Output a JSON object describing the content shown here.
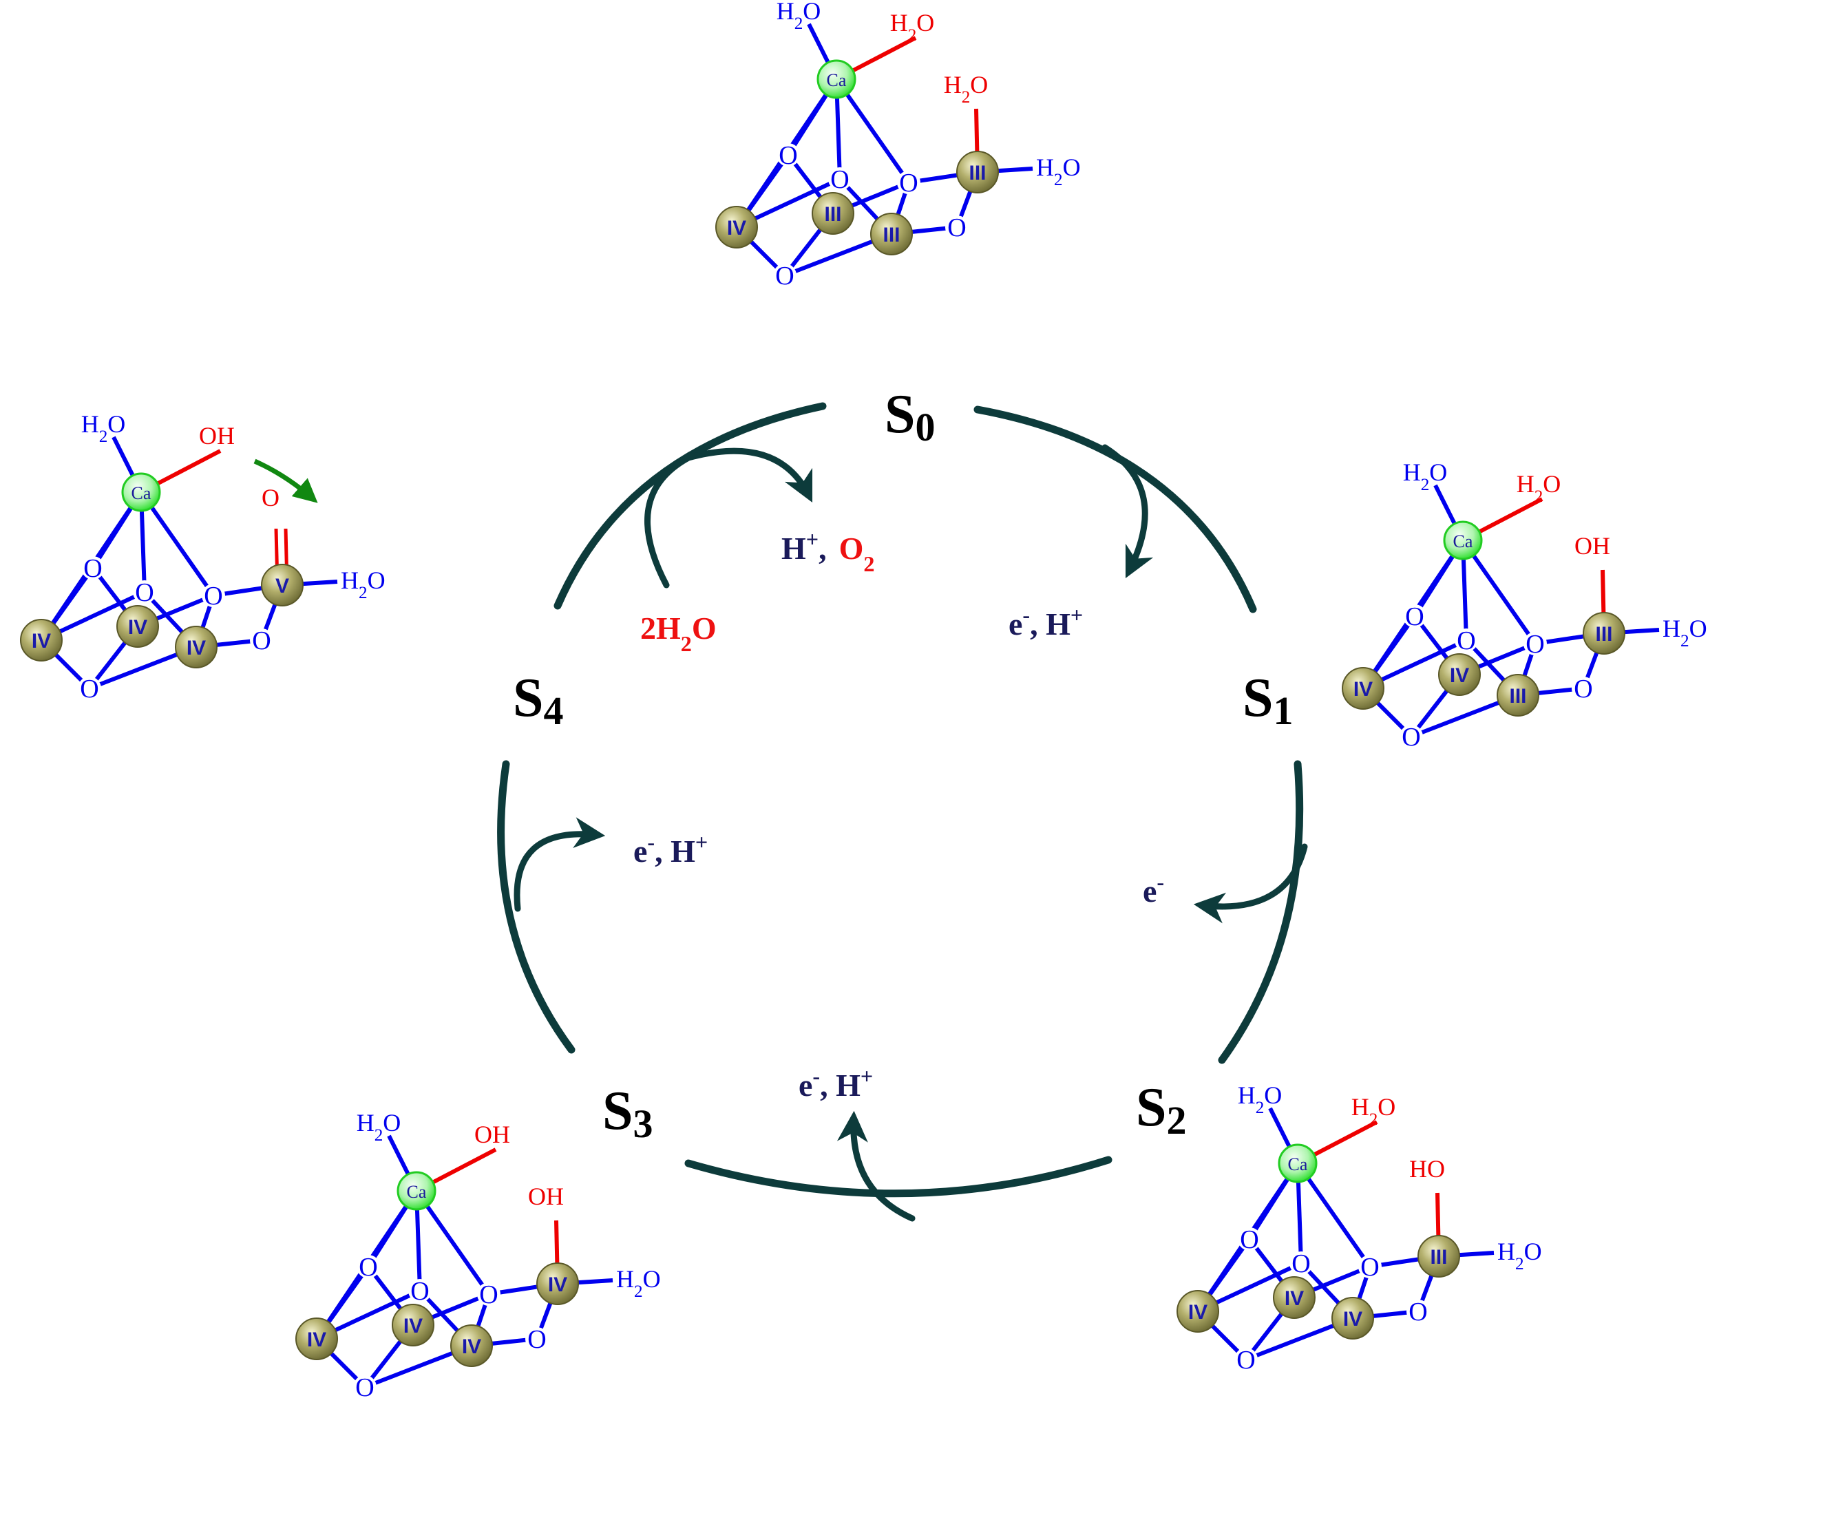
{
  "states": [
    {
      "id": "s0",
      "letter": "S",
      "sub": "0"
    },
    {
      "id": "s1",
      "letter": "S",
      "sub": "1"
    },
    {
      "id": "s2",
      "letter": "S",
      "sub": "2"
    },
    {
      "id": "s3",
      "letter": "S",
      "sub": "3"
    },
    {
      "id": "s4",
      "letter": "S",
      "sub": "4"
    }
  ],
  "transitions": {
    "s0_s1": "e-, H+",
    "s1_s2": "e-",
    "s2_s3": "e-, H+",
    "s3_s4": "e-, H+",
    "s4_s0_in": "2H2O",
    "s4_s0_out_h": "H+,",
    "s4_s0_out_o2": "O2"
  },
  "clusters": {
    "s0": {
      "mnA": "IV",
      "mnB": "III",
      "mnC": "III",
      "mnD": "III",
      "ca_top": "H2O",
      "ca_right": "H2O",
      "mnD_top": "H2O",
      "mnD_right": "H2O"
    },
    "s1": {
      "mnA": "IV",
      "mnB": "IV",
      "mnC": "III",
      "mnD": "III",
      "ca_top": "H2O",
      "ca_right": "H2O",
      "mnD_top": "OH",
      "mnD_right": "H2O"
    },
    "s2": {
      "mnA": "IV",
      "mnB": "IV",
      "mnC": "IV",
      "mnD": "III",
      "ca_top": "H2O",
      "ca_right": "H2O",
      "mnD_top": "HO",
      "mnD_right": "H2O"
    },
    "s3": {
      "mnA": "IV",
      "mnB": "IV",
      "mnC": "IV",
      "mnD": "IV",
      "ca_top": "H2O",
      "ca_right": "OH",
      "mnD_top": "OH",
      "mnD_right": "H2O"
    },
    "s4": {
      "mnA": "IV",
      "mnB": "IV",
      "mnC": "IV",
      "mnD": "V",
      "ca_top": "H2O",
      "ca_right": "OH",
      "mnD_top": "O",
      "mnD_right": "H2O"
    }
  },
  "atoms": {
    "calcium": "Ca",
    "oxygen": "O"
  },
  "colors": {
    "bond": "#0000ee",
    "highlight_bond": "#ee0000",
    "cycle": "#0d3b3b",
    "manganese": "#a3a060",
    "calcium": "#33ee33",
    "green_arrow": "#118811",
    "label_dark": "#1a1a5a",
    "label_red": "#ee1111"
  }
}
